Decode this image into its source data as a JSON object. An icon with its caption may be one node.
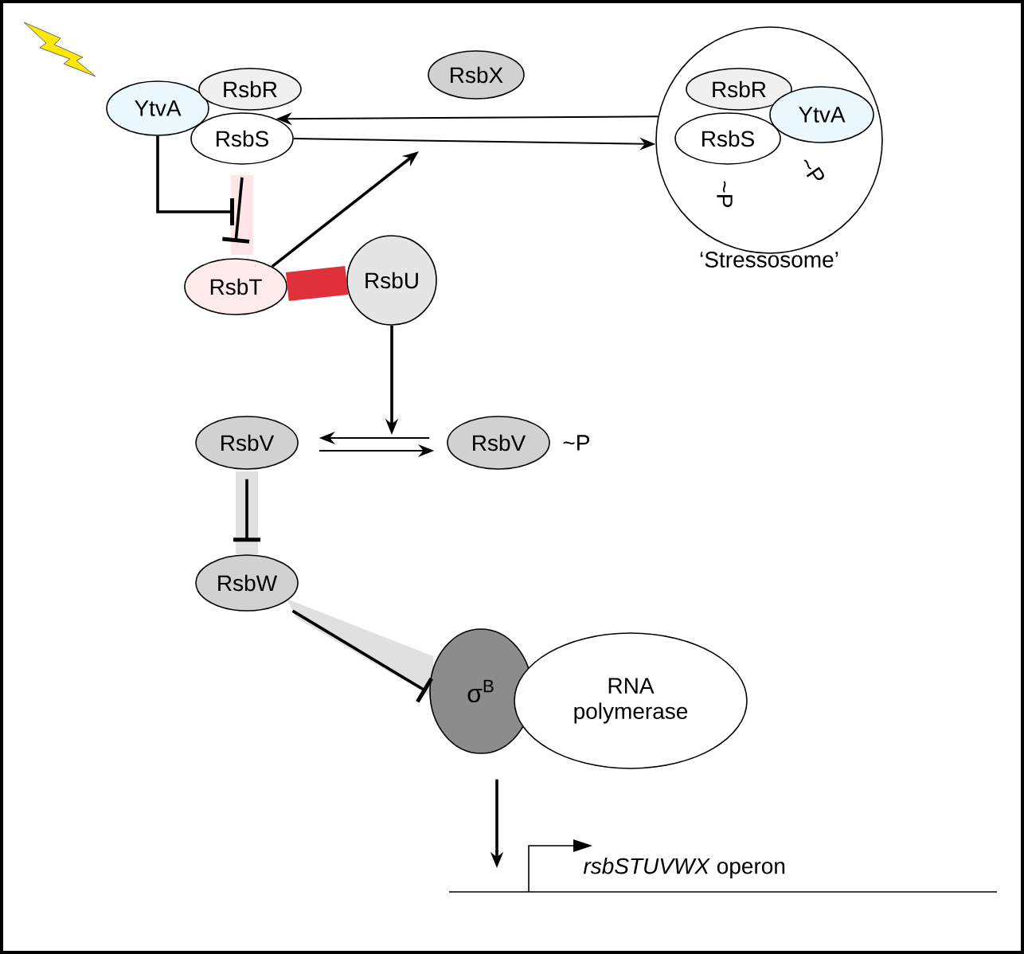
{
  "diagram": {
    "nodes": [
      {
        "text": [
          "YtvA"
        ]
      },
      {
        "text": [
          "RsbR"
        ]
      },
      {
        "text": [
          "RsbS"
        ]
      },
      {
        "text": [
          "RsbX"
        ]
      },
      {
        "text": [],
        "shape": "circle",
        "beside": [
          "‘Stressosome’"
        ]
      },
      {
        "text": [
          "RsbR"
        ],
        "in": 4
      },
      {
        "text": [
          "YtvA"
        ],
        "in": 4
      },
      {
        "text": [
          "RsbS"
        ],
        "in": 4
      },
      {
        "text": [
          "RsbT"
        ]
      },
      {
        "text": [
          "RsbU"
        ]
      },
      {
        "text": [
          "RsbV"
        ]
      },
      {
        "text": [
          "RsbV"
        ],
        "beside": [
          "~P"
        ]
      },
      {
        "text": [
          "RsbW"
        ]
      },
      {
        "text": [
          "σ$^{B}$"
        ]
      },
      {
        "text": [
          "RNA polymerase"
        ]
      },
      {
        "text": [
          "*rsbSTUVWX* operon"
        ]
      }
    ],
    "edges": [
      {
        "from": 0,
        "to": null,
        "arrow": "other"
      },
      {
        "from": 2,
        "to": 8,
        "arrow": "other"
      },
      {
        "from": 8,
        "to": null,
        "arrow": "to"
      },
      {
        "from": 4,
        "to": 2,
        "arrow": "to"
      },
      {
        "from": 2,
        "to": 4,
        "arrow": "to"
      },
      {
        "from": 8,
        "to": 9,
        "arrow": "none",
        "style": "thick",
        "color": "#e0303c"
      },
      {
        "from": 9,
        "to": null,
        "arrow": "to"
      },
      {
        "from": 11,
        "to": 10,
        "arrow": "to"
      },
      {
        "from": 10,
        "to": 11,
        "arrow": "to"
      },
      {
        "from": 10,
        "to": 12,
        "arrow": "other"
      },
      {
        "from": 12,
        "to": 13,
        "arrow": "other"
      },
      {
        "from": 13,
        "to": 15,
        "arrow": "to"
      }
    ],
    "labels": [
      "~P",
      "~P"
    ]
  }
}
